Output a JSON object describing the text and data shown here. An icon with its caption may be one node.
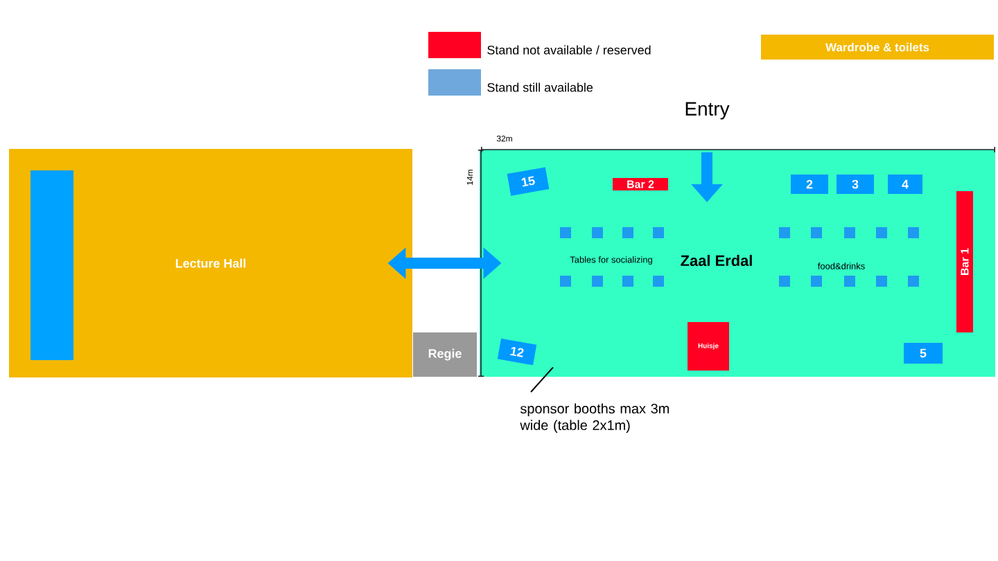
{
  "diagram": {
    "nodes": [
      {
        "text": [
          "Lecture Hall"
        ]
      },
      {
        "text": [
          "Regie"
        ]
      },
      {
        "text": [
          "Zaal Erdal"
        ]
      },
      {
        "text": [
          "15"
        ],
        "in": 2
      },
      {
        "text": [
          "Bar 2"
        ],
        "in": 2
      },
      {
        "text": [
          "2"
        ],
        "in": 2
      },
      {
        "text": [
          "3"
        ],
        "in": 2
      },
      {
        "text": [
          "4"
        ],
        "in": 2
      },
      {
        "text": [
          "Bar 1"
        ],
        "in": 2
      },
      {
        "text": [
          "12"
        ],
        "in": 2
      },
      {
        "text": [
          "Huisje"
        ],
        "in": 2
      },
      {
        "text": [
          "5"
        ],
        "in": 2
      },
      {
        "text": [
          "sponsor booths max 3m wide (table 2x1m)"
        ]
      }
    ],
    "edges": [
      {
        "from": 0,
        "to": 2,
        "arrow": "both",
        "style": "thick"
      },
      {
        "from": 12,
        "to": 2,
        "arrow": "none",
        "color": "#000000"
      }
    ],
    "labels": [
      "Entry",
      "32m",
      "14m",
      "Tables for socializing",
      "food&drinks"
    ],
    "legend": [
      {
        "text": "Stand not available / reserved",
        "color": "#ff0022"
      },
      {
        "text": "Stand still available",
        "color": "#6fa8dc"
      },
      {
        "text": "Wardrobe & toilets",
        "color": "#f4b800"
      }
    ]
  }
}
